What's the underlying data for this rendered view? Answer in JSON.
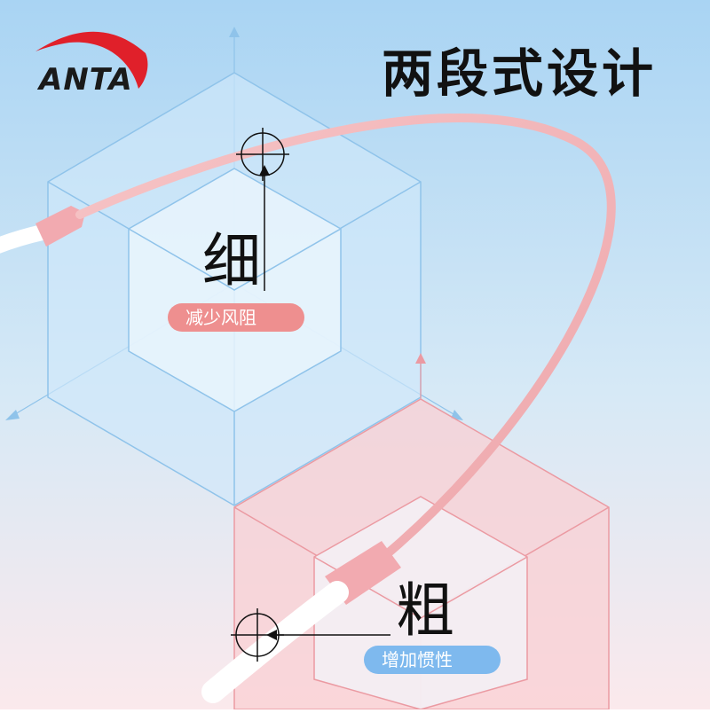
{
  "brand": {
    "logo_text": "ANTA",
    "accent": "#e0202a"
  },
  "title": "两段式设计",
  "thin_section": {
    "char": "细",
    "label": "减少风阻",
    "label_color": "#ee8f8f"
  },
  "thick_section": {
    "char": "粗",
    "label": "增加惯性",
    "label_color": "#7eb9ee"
  },
  "colors": {
    "background_top": "#a9d4f3",
    "background_bottom": "#fbe9ec",
    "rope_pink": "#f2b4b8",
    "rope_white": "#ffffff",
    "cube_blue": "#cfe8fb",
    "cube_pink": "#f9cfd3"
  }
}
